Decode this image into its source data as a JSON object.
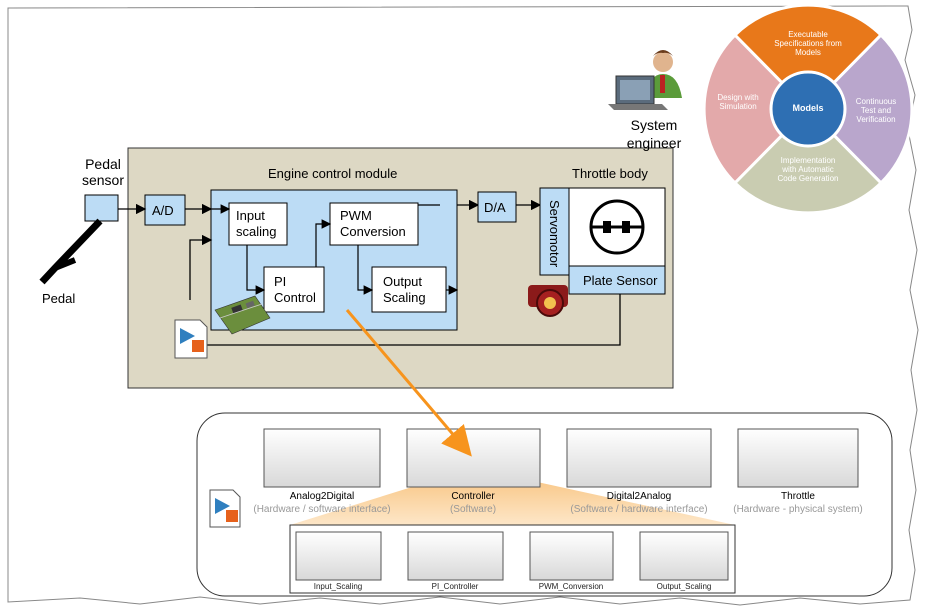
{
  "pedal": {
    "sensor_label_1": "Pedal",
    "sensor_label_2": "sensor",
    "label": "Pedal"
  },
  "ecm": {
    "title": "Engine control module",
    "ad": "A/D",
    "input_scaling_1": "Input",
    "input_scaling_2": "scaling",
    "pwm_1": "PWM",
    "pwm_2": "Conversion",
    "pi_1": "PI",
    "pi_2": "Control",
    "out_1": "Output",
    "out_2": "Scaling",
    "da": "D/A"
  },
  "throttle": {
    "title": "Throttle body",
    "servomotor": "Servomotor",
    "plate_sensor": "Plate Sensor"
  },
  "engineer": {
    "line1": "System",
    "line2": "engineer"
  },
  "wheel": {
    "center": "Models",
    "top": "Executable Specifications from Models",
    "right": "Continuous Test and Verification",
    "bottom": "Implementation with Automatic Code Generation",
    "left": "Design with Simulation"
  },
  "model": {
    "blocks": [
      {
        "name": "Analog2Digital",
        "desc": "(Hardware / software interface)"
      },
      {
        "name": "Controller",
        "desc": "(Software)"
      },
      {
        "name": "Digital2Analog",
        "desc": "(Software / hardware interface)"
      },
      {
        "name": "Throttle",
        "desc": "(Hardware - physical system)"
      }
    ],
    "sub_blocks": [
      "Input_Scaling",
      "PI_Controller",
      "PWM_Conversion",
      "Output_Scaling"
    ]
  },
  "colors": {
    "ecm_bg": "#ddd8c4",
    "ctrl_bg": "#bcdcf5",
    "arrow_orange": "#f7941d",
    "wheel_top": "#e8781a",
    "wheel_right": "#b9a6cc",
    "wheel_bottom": "#c9ccb1",
    "wheel_left": "#e3a9aa",
    "wheel_center": "#2e6fb3"
  }
}
